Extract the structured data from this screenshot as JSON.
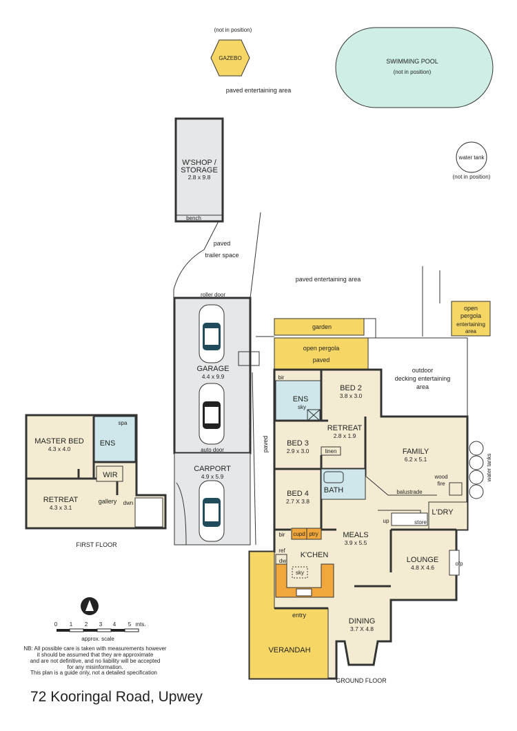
{
  "colors": {
    "room": "#f4ecd2",
    "outdoor": "#f6d766",
    "garage": "#e5e7e8",
    "kitchen": "#f1a73b",
    "ensuite": "#cfe7ea",
    "pool": "#cfeee6",
    "wall": "#333333"
  },
  "outdoor": {
    "not_in_position_gazebo": "(not in position)",
    "gazebo": "GAZEBO",
    "pool": "SWIMMING POOL",
    "pool_note": "(not in position)",
    "paved_top": "paved entertaining area",
    "water_tank": "water tank",
    "water_tank_note": "(not in position)",
    "paved_mid": "paved entertaining area",
    "paved_trailer_1": "paved",
    "paved_trailer_2": "trailer space",
    "open_pergola_small_1": "open",
    "open_pergola_small_2": "pergola",
    "open_pergola_small_3": "entertaining",
    "open_pergola_small_4": "area",
    "garden": "garden",
    "open_pergola": "open pergola",
    "paved": "paved",
    "outdoor_decking_1": "outdoor",
    "outdoor_decking_2": "decking entertaining",
    "outdoor_decking_3": "area",
    "paved_side": "paved",
    "water_tanks": "water tanks",
    "verandah": "VERANDAH"
  },
  "workshop": {
    "name_1": "W'SHOP /",
    "name_2": "STORAGE",
    "dims": "2.8 x 9.8",
    "bench": "bench"
  },
  "garage": {
    "roller_door": "roller door",
    "name": "GARAGE",
    "dims": "4.4 x 9.9",
    "auto_door": "auto door"
  },
  "carport": {
    "name": "CARPORT",
    "dims": "4.9 x 5.9"
  },
  "ground_floor": {
    "title": "GROUND FLOOR",
    "bir_top": "bir",
    "ens": "ENS",
    "sky_ens": "sky",
    "bed2": "BED 2",
    "bed2_dims": "3.8 x 3.0",
    "retreat": "RETREAT",
    "retreat_dims": "2.8 x 1.9",
    "bed3": "BED 3",
    "bed3_dims": "2.9 x 3.0",
    "linen": "linen",
    "family": "FAMILY",
    "family_dims": "6.2 x 5.1",
    "wood_fire_1": "wood",
    "wood_fire_2": "fire",
    "bath": "BATH",
    "bed4": "BED 4",
    "bed4_dims": "2.7 X 3.8",
    "balustrade": "balustrade",
    "up": "up",
    "ldry": "L'DRY",
    "store": "store",
    "bir_bed4": "bir",
    "cupd": "cupd",
    "ptry": "ptry",
    "meals": "MEALS",
    "meals_dims": "3.9 x 5.5",
    "ref": "ref",
    "kitchen": "K'CHEN",
    "dw": "dw",
    "sky_kitchen": "sky",
    "lounge": "LOUNGE",
    "lounge_dims": "4.8 X 4.6",
    "ofp": "ofp",
    "entry": "entry",
    "dining": "DINING",
    "dining_dims": "3.7 X 4.8"
  },
  "first_floor": {
    "title": "FIRST FLOOR",
    "master_bed": "MASTER BED",
    "master_bed_dims": "4.3 x 4.0",
    "spa": "spa",
    "ens": "ENS",
    "wir": "WIR",
    "retreat": "RETREAT",
    "retreat_dims": "4.3 x 3.1",
    "gallery": "gallery",
    "dwn": "dwn"
  },
  "scale": {
    "ticks": [
      "0",
      "1",
      "2",
      "3",
      "4",
      "5"
    ],
    "unit": "mts.",
    "caption": "approx. scale"
  },
  "notes": {
    "nb_1": "NB: All possible care is taken with measurements however",
    "nb_2": "it should be assumed that they are approximate",
    "nb_3": "and are not definitive, and no liability will be accepted",
    "nb_4": "for any misinformation.",
    "guide": "This plan is a guide only, not a detailed specification"
  },
  "address": "72 Kooringal Road, Upwey"
}
